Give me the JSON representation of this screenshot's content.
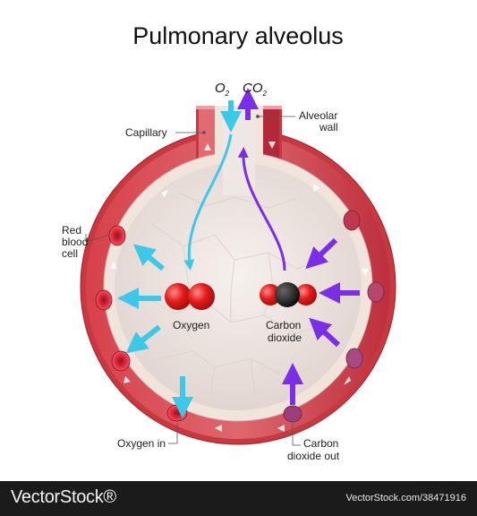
{
  "title": "Pulmonary alveolus",
  "gases": {
    "o2": "O",
    "o2_sub": "2",
    "co2": "CO",
    "co2_sub": "2"
  },
  "labels": {
    "capillary": "Capillary",
    "alveolar_wall_1": "Alveolar",
    "alveolar_wall_2": "wall",
    "red_blood_cell_1": "Red",
    "red_blood_cell_2": "blood",
    "red_blood_cell_3": "cell",
    "oxygen": "Oxygen",
    "carbon_dioxide_1": "Carbon",
    "carbon_dioxide_2": "dioxide",
    "oxygen_in": "Oxygen in",
    "co2_out_1": "Carbon",
    "co2_out_2": "dioxide out"
  },
  "footer": {
    "logo": "VectorStock®",
    "url": "VectorStock.com/38471916"
  },
  "colors": {
    "oxygen_arrow": "#3ec8e8",
    "co2_arrow": "#7a2ee6",
    "vessel": "#c9373f",
    "alveolus": "#ece3df"
  }
}
